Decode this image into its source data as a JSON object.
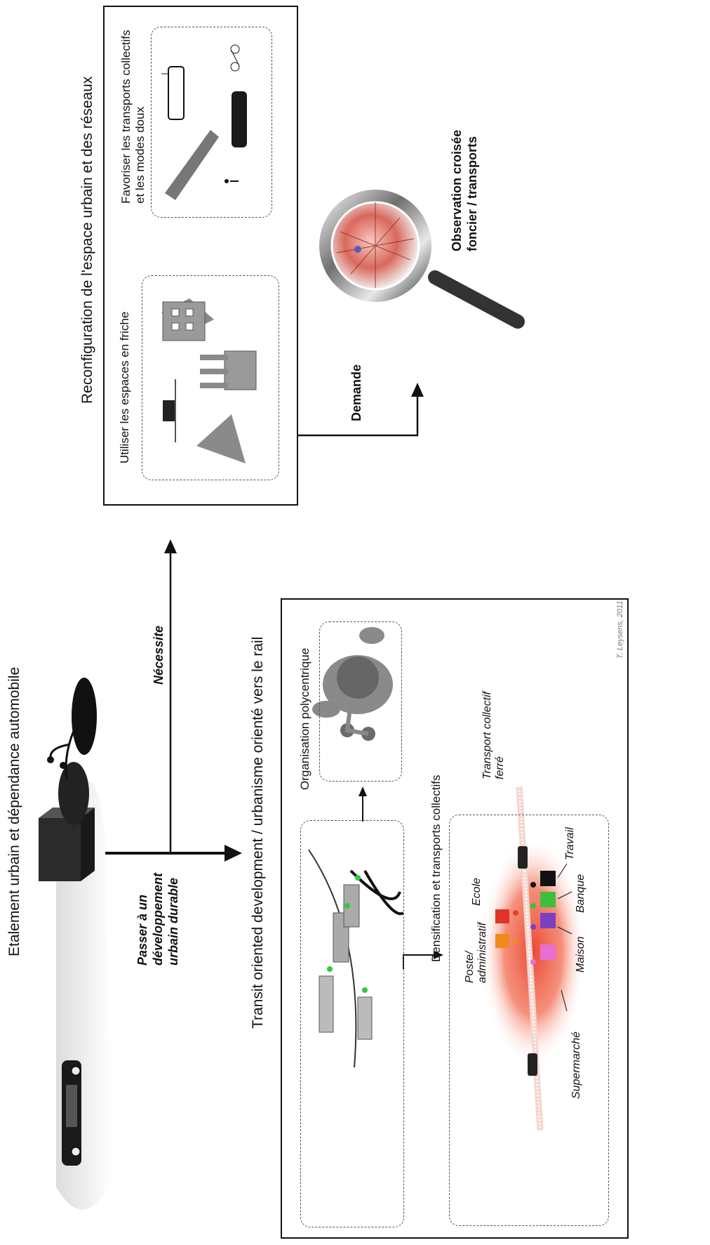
{
  "sections": {
    "sprawl_title": "Etalement urbain et dépendance automobile",
    "transit_title": "Transit oriented development / urbanisme orienté vers le rail",
    "reconfig_title": "Reconfiguration de l'espace urbain et des réseaux"
  },
  "arrows": {
    "passer_line1": "Passer à un",
    "passer_line2": "développement",
    "passer_line3": "urbain durable",
    "necessite": "Nécessite",
    "demande": "Demande"
  },
  "reconfig": {
    "friche_label": "Utiliser les espaces en friche",
    "transport_line1": "Favoriser les transports collectifs",
    "transport_line2": "et les modes doux"
  },
  "observation": {
    "line1": "Observation croisée",
    "line2": "foncier / transports"
  },
  "transit": {
    "polycentric_label": "Organisation polycentrique",
    "densification_label": "Densification et transports collectifs",
    "labels": {
      "poste_line1": "Poste/",
      "poste_line2": "administratif",
      "ecole": "Ecole",
      "banque": "Banque",
      "travail": "Travail",
      "maison": "Maison",
      "supermarche": "Supermarché",
      "transport_line1": "Transport collectif",
      "transport_line2": "ferré"
    }
  },
  "credit": "T. Leysens, 2011",
  "colors": {
    "accent_red": "#e8412a",
    "poste": "#f08a1c",
    "ecole": "#e23229",
    "banque": "#3dbf3d",
    "maison": "#7b3fc4",
    "supermarche": "#e66fd0",
    "travail": "#111111"
  }
}
